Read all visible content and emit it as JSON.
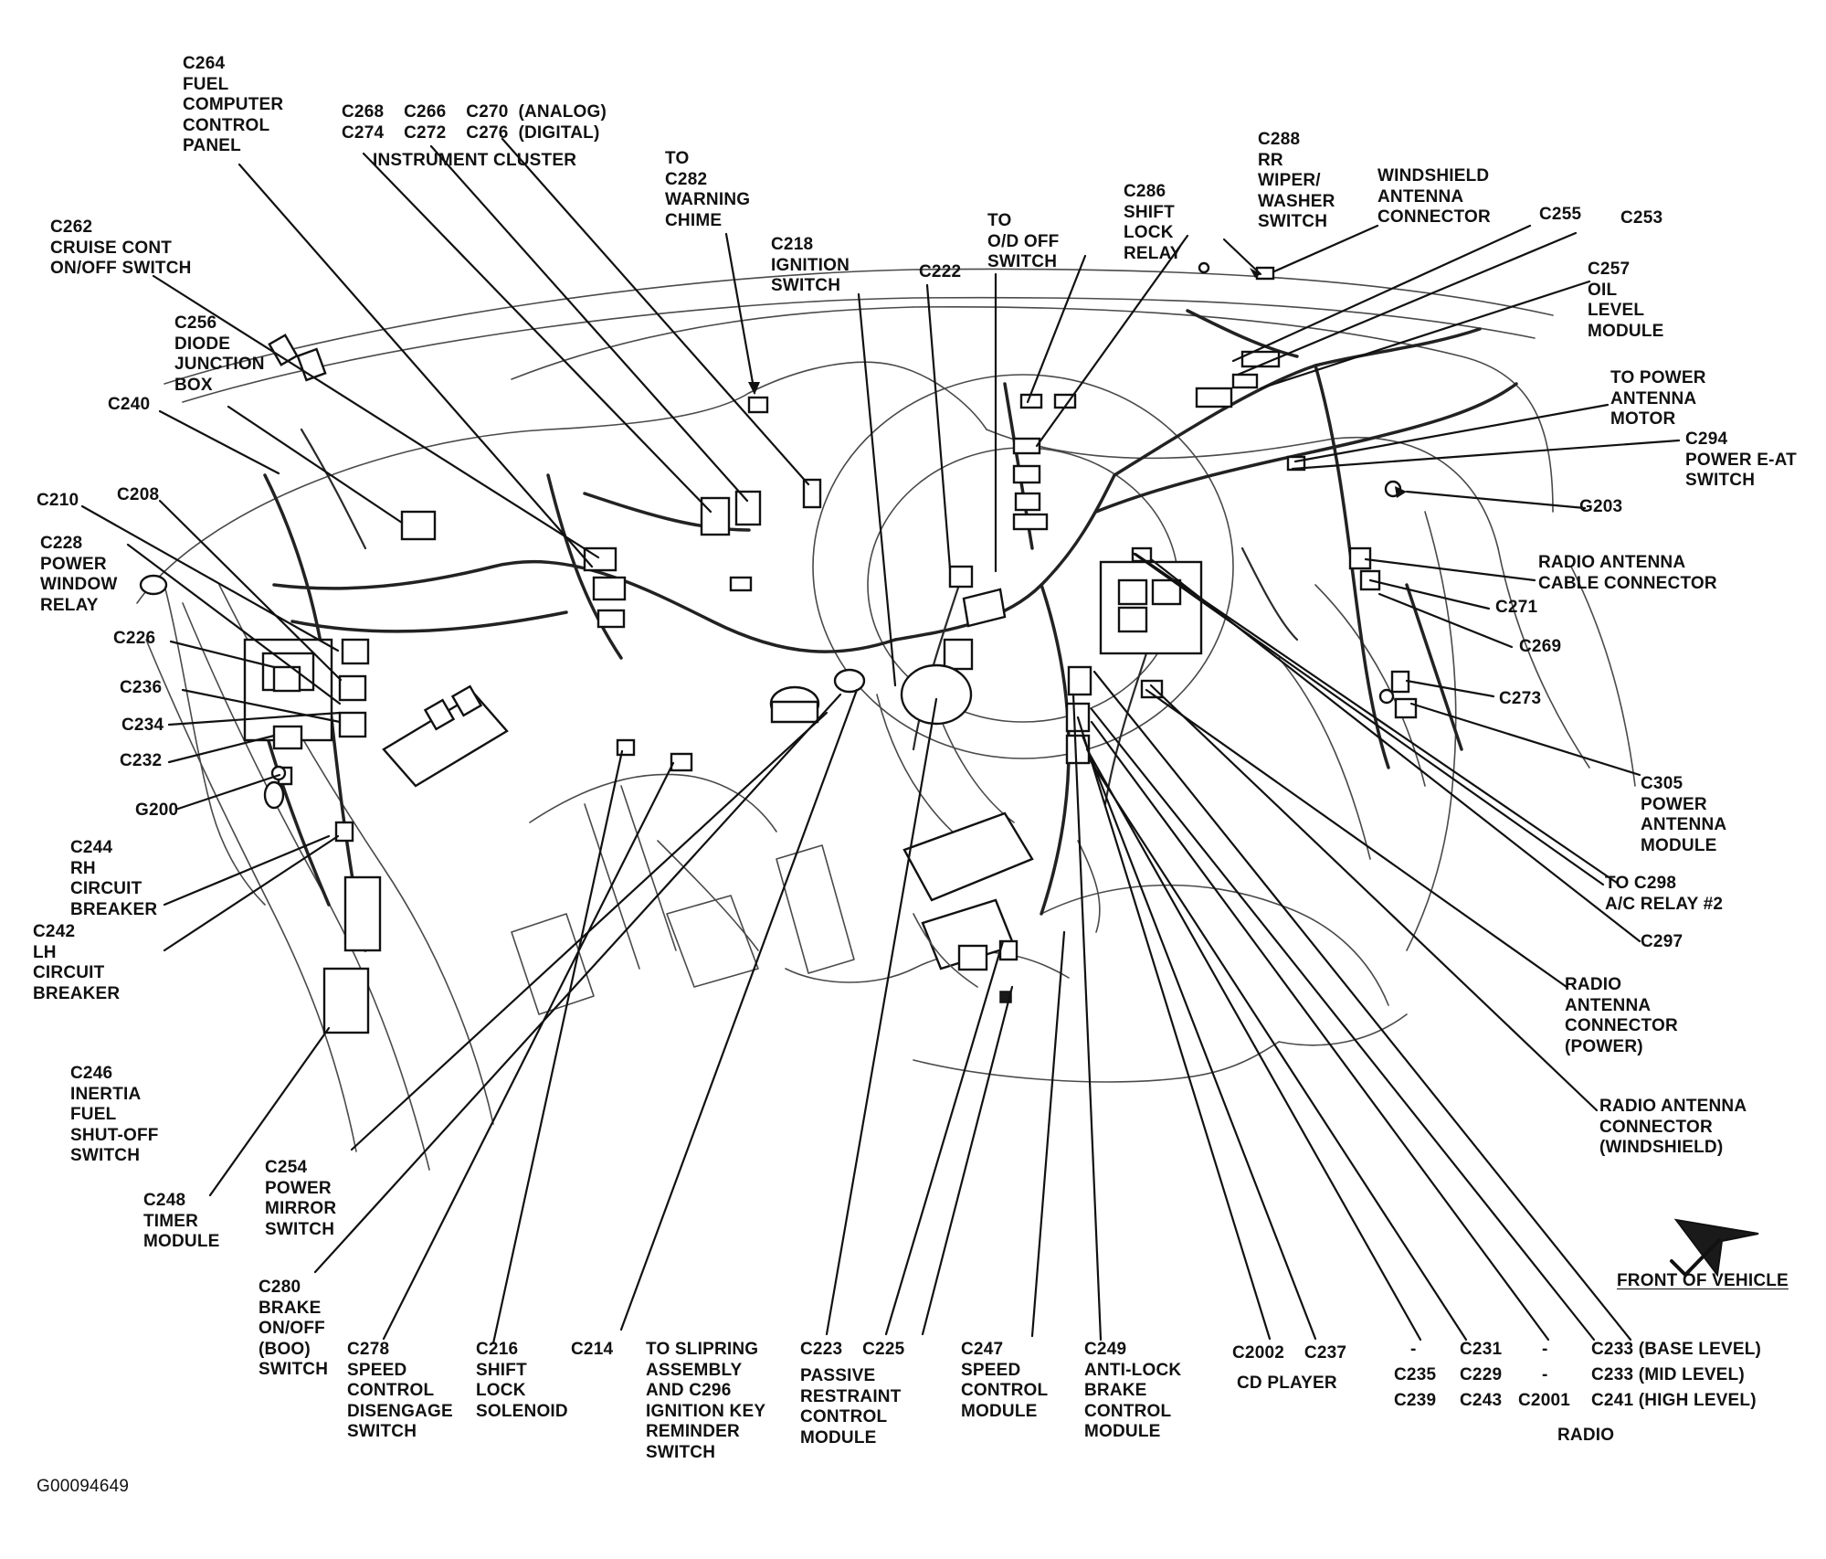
{
  "labels": {
    "c264": "C264\nFUEL\nCOMPUTER\nCONTROL\nPANEL",
    "cluster_row1": "C268    C266    C270  (ANALOG)",
    "cluster_row2": "C274    C272    C276  (DIGITAL)",
    "cluster_title": "INSTRUMENT CLUSTER",
    "c282": "TO\nC282\nWARNING\nCHIME",
    "c262": "C262\nCRUISE CONT\nON/OFF SWITCH",
    "c218": "C218\nIGNITION\nSWITCH",
    "c222": "C222",
    "od_off": "TO\nO/D OFF\nSWITCH",
    "c286": "C286\nSHIFT\nLOCK\nRELAY",
    "c288": "C288\nRR\nWIPER/\nWASHER\nSWITCH",
    "windshield_antenna": "WINDSHIELD\nANTENNA\nCONNECTOR",
    "c255": "C255",
    "c253": "C253",
    "c257": "C257\nOIL\nLEVEL\nMODULE",
    "c256": "C256\nDIODE\nJUNCTION\nBOX",
    "c240": "C240",
    "power_antenna_motor": "TO POWER\nANTENNA\nMOTOR",
    "c294": "C294\nPOWER E-AT\nSWITCH",
    "g203": "G203",
    "c210": "C210",
    "c208": "C208",
    "c228": "C228\nPOWER\nWINDOW\nRELAY",
    "radio_antenna_cable": "RADIO ANTENNA\nCABLE CONNECTOR",
    "c271": "C271",
    "c269": "C269",
    "c226": "C226",
    "c236": "C236",
    "c273": "C273",
    "c234": "C234",
    "c232": "C232",
    "g200": "G200",
    "c305": "C305\nPOWER\nANTENNA\nMODULE",
    "c244": "C244\nRH\nCIRCUIT\nBREAKER",
    "c298": "TO C298\nA/C RELAY #2",
    "c242": "C242\nLH\nCIRCUIT\nBREAKER",
    "c297": "C297",
    "radio_antenna_power": "RADIO\nANTENNA\nCONNECTOR\n(POWER)",
    "c246": "C246\nINERTIA\nFUEL\nSHUT-OFF\nSWITCH",
    "radio_antenna_windshield": "RADIO ANTENNA\nCONNECTOR\n(WINDSHIELD)",
    "c254": "C254\nPOWER\nMIRROR\nSWITCH",
    "c248": "C248\nTIMER\nMODULE",
    "front_of_vehicle": "FRONT OF VEHICLE",
    "c280": "C280\nBRAKE\nON/OFF\n(BOO)\nSWITCH",
    "c278": "C278\nSPEED\nCONTROL\nDISENGAGE\nSWITCH",
    "c216": "C216\nSHIFT\nLOCK\nSOLENOID",
    "c214": "C214",
    "c296": "TO SLIPRING\nASSEMBLY\nAND C296\nIGNITION KEY\nREMINDER\nSWITCH",
    "c223_c225": "C223    C225",
    "passive_restraint": "PASSIVE\nRESTRAINT\nCONTROL\nMODULE",
    "c247": "C247\nSPEED\nCONTROL\nMODULE",
    "c249": "C249\nANTI-LOCK\nBRAKE\nCONTROL\nMODULE",
    "cd_row": "C2002    C237",
    "cd_player": "CD PLAYER",
    "radio_col1_row1": "-",
    "radio_col1_row2": "C235",
    "radio_col1_row3": "C239",
    "radio_col2_row1": "C231",
    "radio_col2_row2": "C229",
    "radio_col2_row3": "C243",
    "radio_col3_row1": "-",
    "radio_col3_row2": "-",
    "radio_col3_row3": "C2001",
    "c233_base": "C233 (BASE LEVEL)",
    "c233_mid": "C233 (MID LEVEL)",
    "c241_high": "C241 (HIGH LEVEL)",
    "radio": "RADIO",
    "figure_id": "G00094649"
  }
}
